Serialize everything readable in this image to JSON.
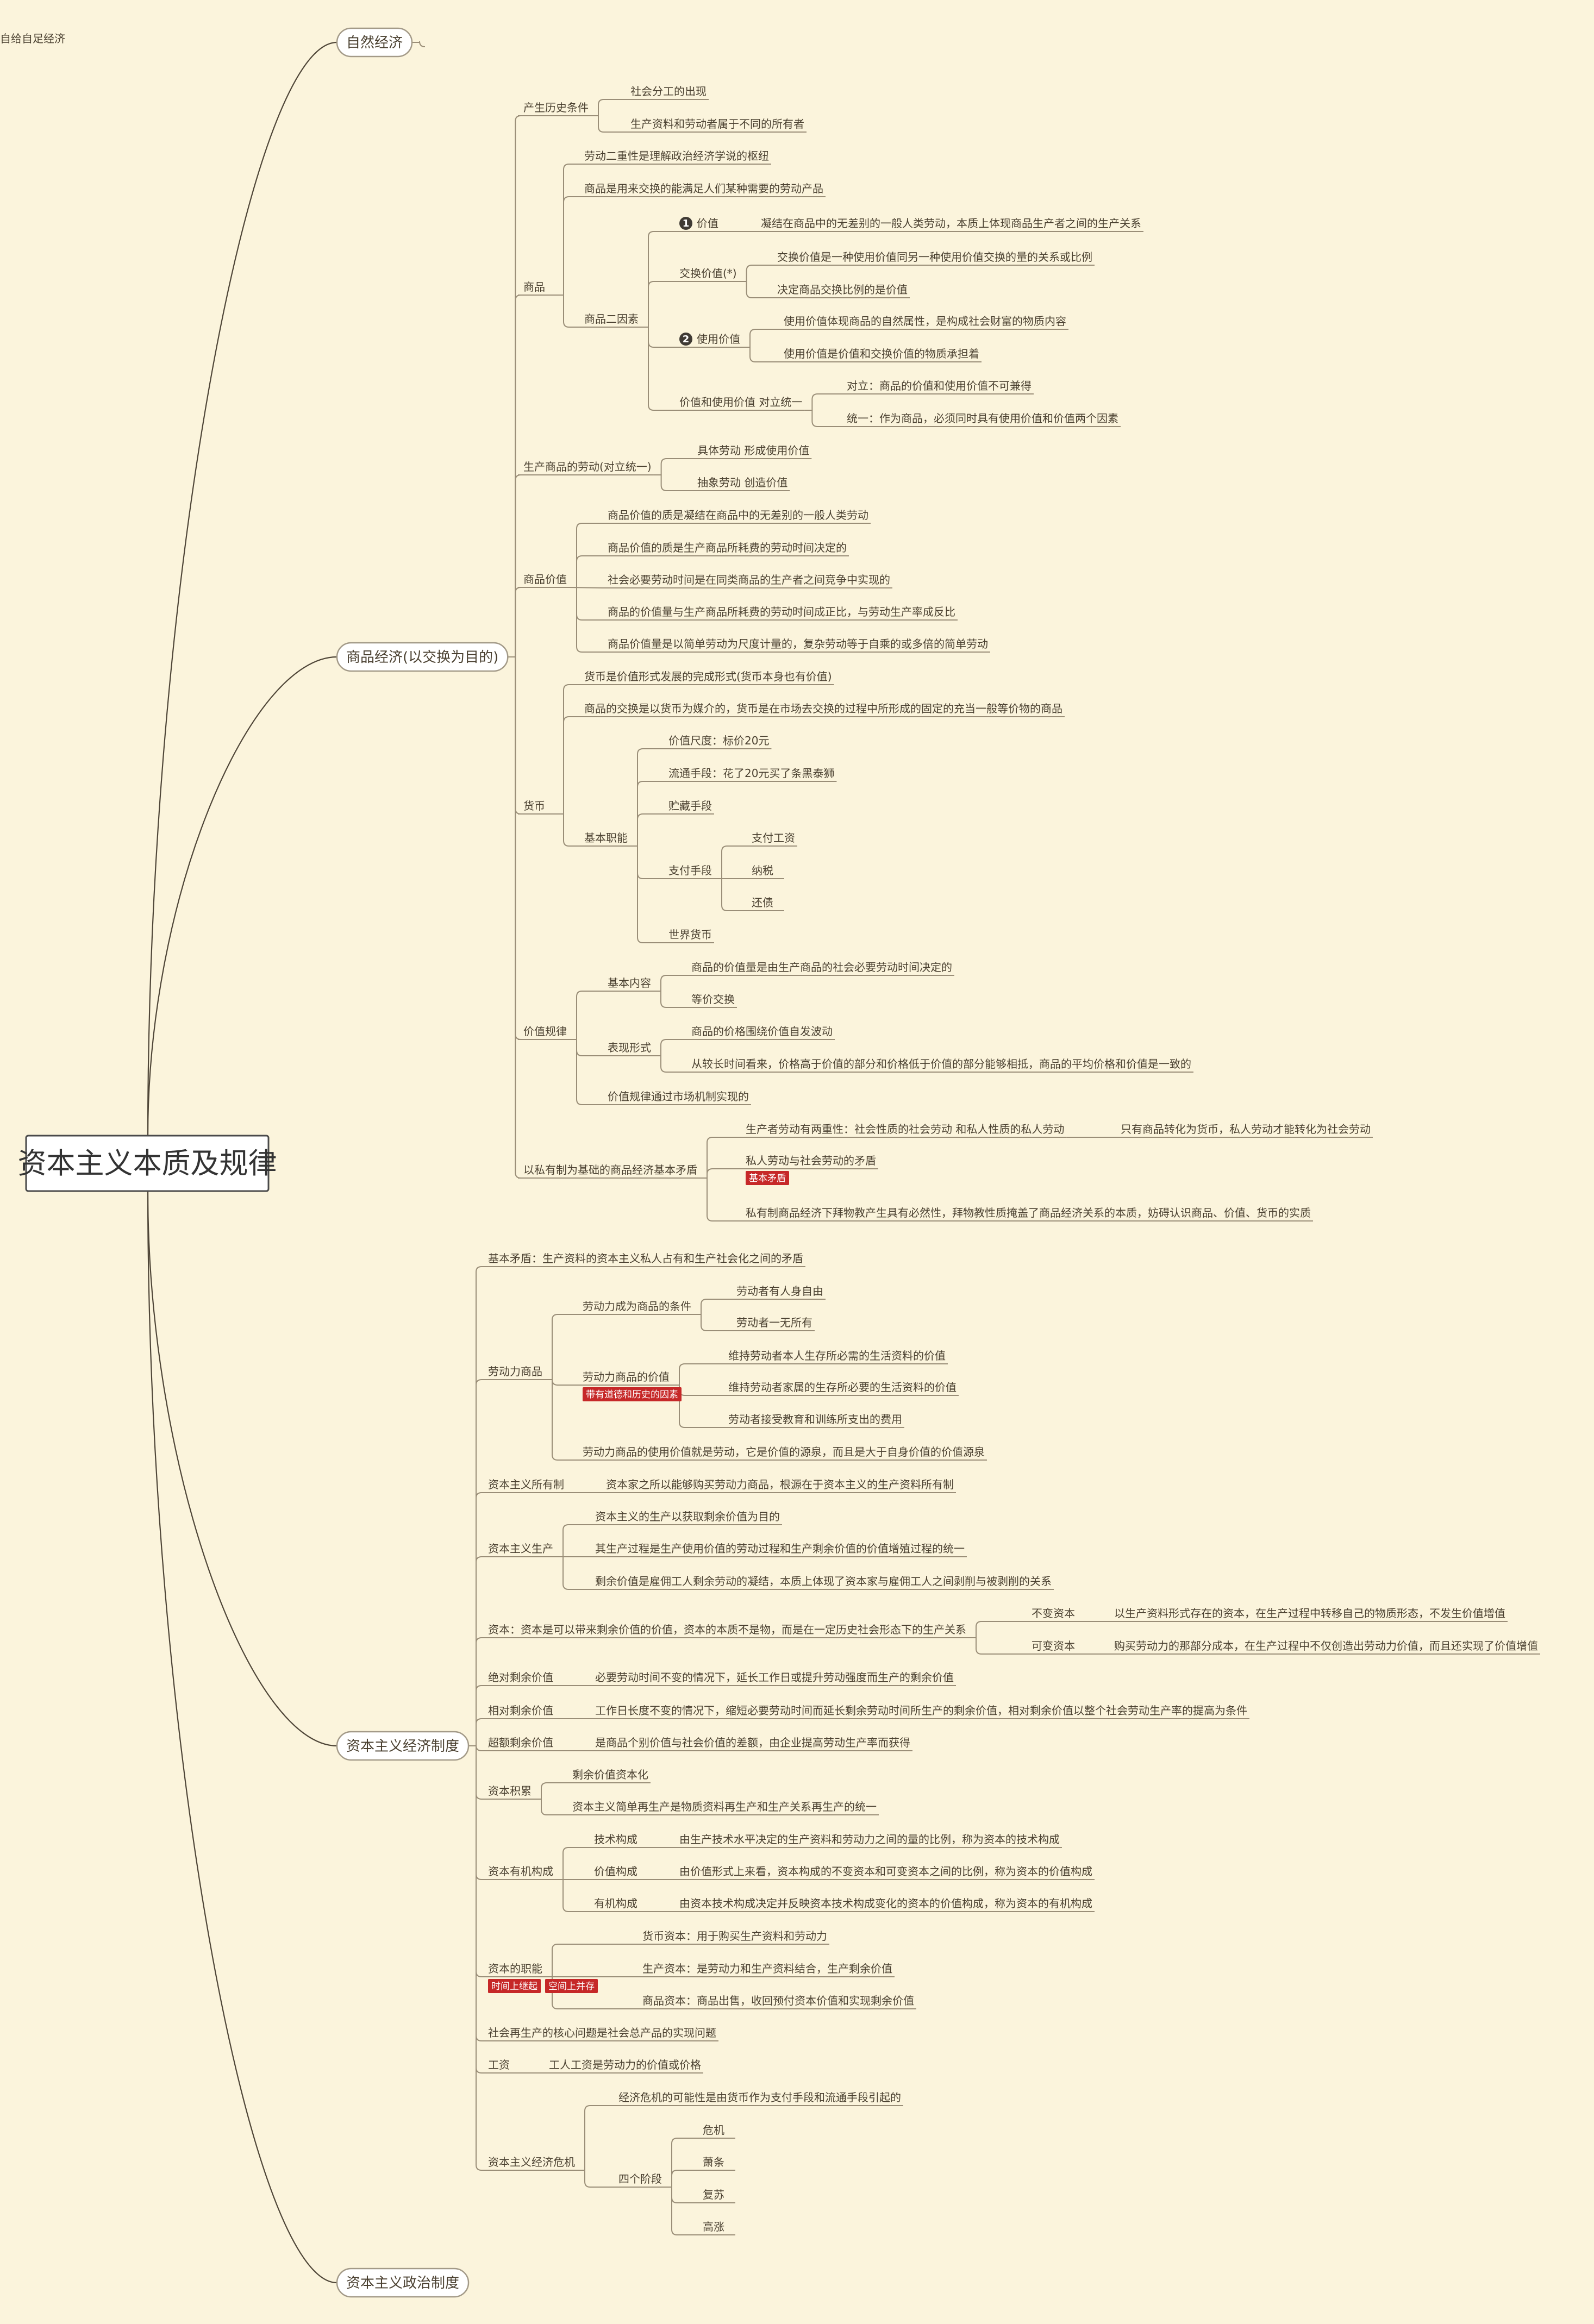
{
  "root": "资本主义本质及规律",
  "branches": [
    {
      "label": "自然经济",
      "children": [
        {
          "label": "自给自足经济"
        }
      ]
    },
    {
      "label": "商品经济(以交换为目的)",
      "children": [
        {
          "label": "产生历史条件",
          "children": [
            {
              "label": "社会分工的出现"
            },
            {
              "label": "生产资料和劳动者属于不同的所有者"
            }
          ]
        },
        {
          "label": "商品",
          "children": [
            {
              "label": "劳动二重性是理解政治经济学说的枢纽"
            },
            {
              "label": "商品是用来交换的能满足人们某种需要的劳动产品"
            },
            {
              "label": "商品二因素",
              "children": [
                {
                  "label": "价值",
                  "marker": "1",
                  "children": [
                    {
                      "label": "凝结在商品中的无差别的一般人类劳动，本质上体现商品生产者之间的生产关系"
                    }
                  ]
                },
                {
                  "label": "交换价值(*)",
                  "children": [
                    {
                      "label": "交换价值是一种使用价值同另一种使用价值交换的量的关系或比例"
                    },
                    {
                      "label": "决定商品交换比例的是价值"
                    }
                  ]
                },
                {
                  "label": "使用价值",
                  "marker": "2",
                  "children": [
                    {
                      "label": "使用价值体现商品的自然属性，是构成社会财富的物质内容"
                    },
                    {
                      "label": "使用价值是价值和交换价值的物质承担着"
                    }
                  ]
                },
                {
                  "label": "价值和使用价值 对立统一",
                  "children": [
                    {
                      "label": "对立：商品的价值和使用价值不可兼得"
                    },
                    {
                      "label": "统一：作为商品，必须同时具有使用价值和价值两个因素"
                    }
                  ]
                }
              ]
            }
          ]
        },
        {
          "label": "生产商品的劳动(对立统一)",
          "children": [
            {
              "label": "具体劳动 形成使用价值"
            },
            {
              "label": "抽象劳动 创造价值"
            }
          ]
        },
        {
          "label": "商品价值",
          "children": [
            {
              "label": "商品价值的质是凝结在商品中的无差别的一般人类劳动"
            },
            {
              "label": "商品价值的质是生产商品所耗费的劳动时间决定的"
            },
            {
              "label": "社会必要劳动时间是在同类商品的生产者之间竞争中实现的"
            },
            {
              "label": "商品的价值量与生产商品所耗费的劳动时间成正比，与劳动生产率成反比"
            },
            {
              "label": "商品价值量是以简单劳动为尺度计量的，复杂劳动等于自乘的或多倍的简单劳动"
            }
          ]
        },
        {
          "label": "货币",
          "children": [
            {
              "label": "货币是价值形式发展的完成形式(货币本身也有价值)"
            },
            {
              "label": "商品的交换是以货币为媒介的，货币是在市场去交换的过程中所形成的固定的充当一般等价物的商品"
            },
            {
              "label": "基本职能",
              "children": [
                {
                  "label": "价值尺度：标价20元"
                },
                {
                  "label": "流通手段：花了20元买了条黑泰狮"
                },
                {
                  "label": "贮藏手段"
                },
                {
                  "label": "支付手段",
                  "children": [
                    {
                      "label": "支付工资"
                    },
                    {
                      "label": "纳税"
                    },
                    {
                      "label": "还债"
                    }
                  ]
                },
                {
                  "label": "世界货币"
                }
              ]
            }
          ]
        },
        {
          "label": "价值规律",
          "children": [
            {
              "label": "基本内容",
              "children": [
                {
                  "label": "商品的价值量是由生产商品的社会必要劳动时间决定的"
                },
                {
                  "label": "等价交换"
                }
              ]
            },
            {
              "label": "表现形式",
              "children": [
                {
                  "label": "商品的价格围绕价值自发波动"
                },
                {
                  "label": "从较长时间看来，价格高于价值的部分和价格低于价值的部分能够相抵，商品的平均价格和价值是一致的"
                }
              ]
            },
            {
              "label": "价值规律通过市场机制实现的"
            }
          ]
        },
        {
          "label": "以私有制为基础的商品经济基本矛盾",
          "children": [
            {
              "label": "生产者劳动有两重性：社会性质的社会劳动 和私人性质的私人劳动",
              "children": [
                {
                  "label": "只有商品转化为货币，私人劳动才能转化为社会劳动"
                }
              ]
            },
            {
              "label": "私人劳动与社会劳动的矛盾",
              "tag": "基本矛盾"
            },
            {
              "label": "私有制商品经济下拜物教产生具有必然性，拜物教性质掩盖了商品经济关系的本质，妨碍认识商品、价值、货币的实质"
            }
          ]
        }
      ]
    },
    {
      "label": "资本主义经济制度",
      "children": [
        {
          "label": "基本矛盾：生产资料的资本主义私人占有和生产社会化之间的矛盾"
        },
        {
          "label": "劳动力商品",
          "children": [
            {
              "label": "劳动力成为商品的条件",
              "children": [
                {
                  "label": "劳动者有人身自由"
                },
                {
                  "label": "劳动者一无所有"
                }
              ]
            },
            {
              "label": "劳动力商品的价值",
              "tag": "带有道德和历史的因素",
              "children": [
                {
                  "label": "维持劳动者本人生存所必需的生活资料的价值"
                },
                {
                  "label": "维持劳动者家属的生存所必要的生活资料的价值"
                },
                {
                  "label": "劳动者接受教育和训练所支出的费用"
                }
              ]
            },
            {
              "label": "劳动力商品的使用价值就是劳动，它是价值的源泉，而且是大于自身价值的价值源泉"
            }
          ]
        },
        {
          "label": "资本主义所有制",
          "children": [
            {
              "label": "资本家之所以能够购买劳动力商品，根源在于资本主义的生产资料所有制"
            }
          ]
        },
        {
          "label": "资本主义生产",
          "children": [
            {
              "label": "资本主义的生产以获取剩余价值为目的"
            },
            {
              "label": "其生产过程是生产使用价值的劳动过程和生产剩余价值的价值增殖过程的统一"
            },
            {
              "label": "剩余价值是雇佣工人剩余劳动的凝结，本质上体现了资本家与雇佣工人之间剥削与被剥削的关系"
            }
          ]
        },
        {
          "label": "资本：资本是可以带来剩余价值的价值，资本的本质不是物，而是在一定历史社会形态下的生产关系",
          "children": [
            {
              "label": "不变资本",
              "children": [
                {
                  "label": "以生产资料形式存在的资本，在生产过程中转移自己的物质形态，不发生价值增值"
                }
              ]
            },
            {
              "label": "可变资本",
              "children": [
                {
                  "label": "购买劳动力的那部分成本，在生产过程中不仅创造出劳动力价值，而且还实现了价值增值"
                }
              ]
            }
          ]
        },
        {
          "label": "绝对剩余价值",
          "children": [
            {
              "label": "必要劳动时间不变的情况下，延长工作日或提升劳动强度而生产的剩余价值"
            }
          ]
        },
        {
          "label": "相对剩余价值",
          "children": [
            {
              "label": "工作日长度不变的情况下，缩短必要劳动时间而延长剩余劳动时间所生产的剩余价值，相对剩余价值以整个社会劳动生产率的提高为条件"
            }
          ]
        },
        {
          "label": "超额剩余价值",
          "children": [
            {
              "label": "是商品个别价值与社会价值的差额，由企业提高劳动生产率而获得"
            }
          ]
        },
        {
          "label": "资本积累",
          "children": [
            {
              "label": "剩余价值资本化"
            },
            {
              "label": "资本主义简单再生产是物质资料再生产和生产关系再生产的统一"
            }
          ]
        },
        {
          "label": "资本有机构成",
          "children": [
            {
              "label": "技术构成",
              "children": [
                {
                  "label": "由生产技术水平决定的生产资料和劳动力之间的量的比例，称为资本的技术构成"
                }
              ]
            },
            {
              "label": "价值构成",
              "children": [
                {
                  "label": "由价值形式上来看，资本构成的不变资本和可变资本之间的比例，称为资本的价值构成"
                }
              ]
            },
            {
              "label": "有机构成",
              "children": [
                {
                  "label": "由资本技术构成决定并反映资本技术构成变化的资本的价值构成，称为资本的有机构成"
                }
              ]
            }
          ]
        },
        {
          "label": "资本的职能",
          "tags": [
            "时间上继起",
            "空间上并存"
          ],
          "children": [
            {
              "label": "货币资本：用于购买生产资料和劳动力"
            },
            {
              "label": "生产资本：是劳动力和生产资料结合，生产剩余价值"
            },
            {
              "label": "商品资本：商品出售，收回预付资本价值和实现剩余价值"
            }
          ]
        },
        {
          "label": "社会再生产的核心问题是社会总产品的实现问题"
        },
        {
          "label": "工资",
          "children": [
            {
              "label": "工人工资是劳动力的价值或价格"
            }
          ]
        },
        {
          "label": "资本主义经济危机",
          "children": [
            {
              "label": "经济危机的可能性是由货币作为支付手段和流通手段引起的"
            },
            {
              "label": "四个阶段",
              "children": [
                {
                  "label": "危机"
                },
                {
                  "label": "萧条"
                },
                {
                  "label": "复苏"
                },
                {
                  "label": "高涨"
                }
              ]
            }
          ]
        }
      ]
    },
    {
      "label": "资本主义政治制度"
    }
  ]
}
